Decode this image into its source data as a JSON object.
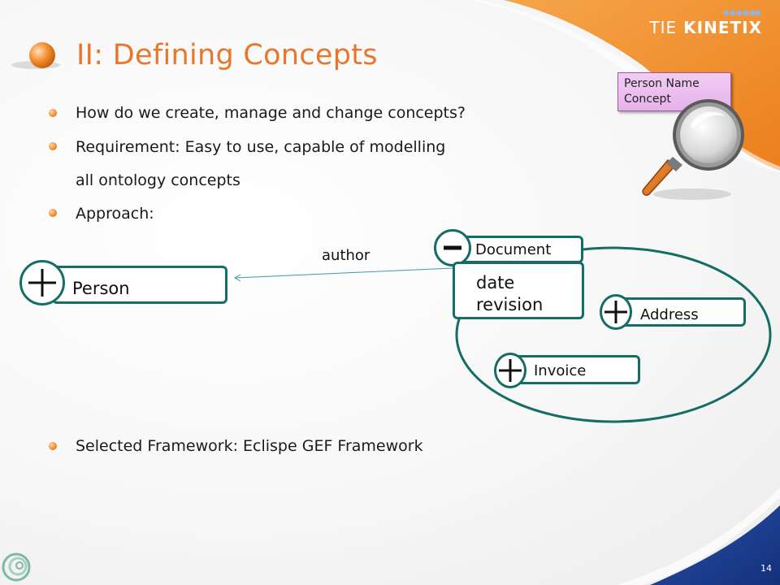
{
  "slide": {
    "title": "II: Defining Concepts",
    "page_number": "14",
    "logo": {
      "part1": "TIE",
      "part2": "KINETIX"
    }
  },
  "bullets": [
    {
      "text": "How do we create, manage and change concepts?"
    },
    {
      "text": "Requirement: Easy to use, capable of modelling"
    },
    {
      "text": "all ontology concepts",
      "continuation": true
    },
    {
      "text": "Approach:"
    },
    {
      "text": "Selected Framework: Eclispe GEF Framework"
    }
  ],
  "callout": {
    "text": "Person Name Concept"
  },
  "diagram": {
    "person_label": "Person",
    "author_label": "author",
    "document_label": "Document",
    "document_attributes": [
      "date",
      "revision"
    ],
    "address_label": "Address",
    "invoice_label": "Invoice"
  },
  "colors": {
    "title": "#e8762b",
    "accent_orange": "#f08a28",
    "node_border": "#156d66",
    "corner_blue": "#1b3a8c"
  }
}
